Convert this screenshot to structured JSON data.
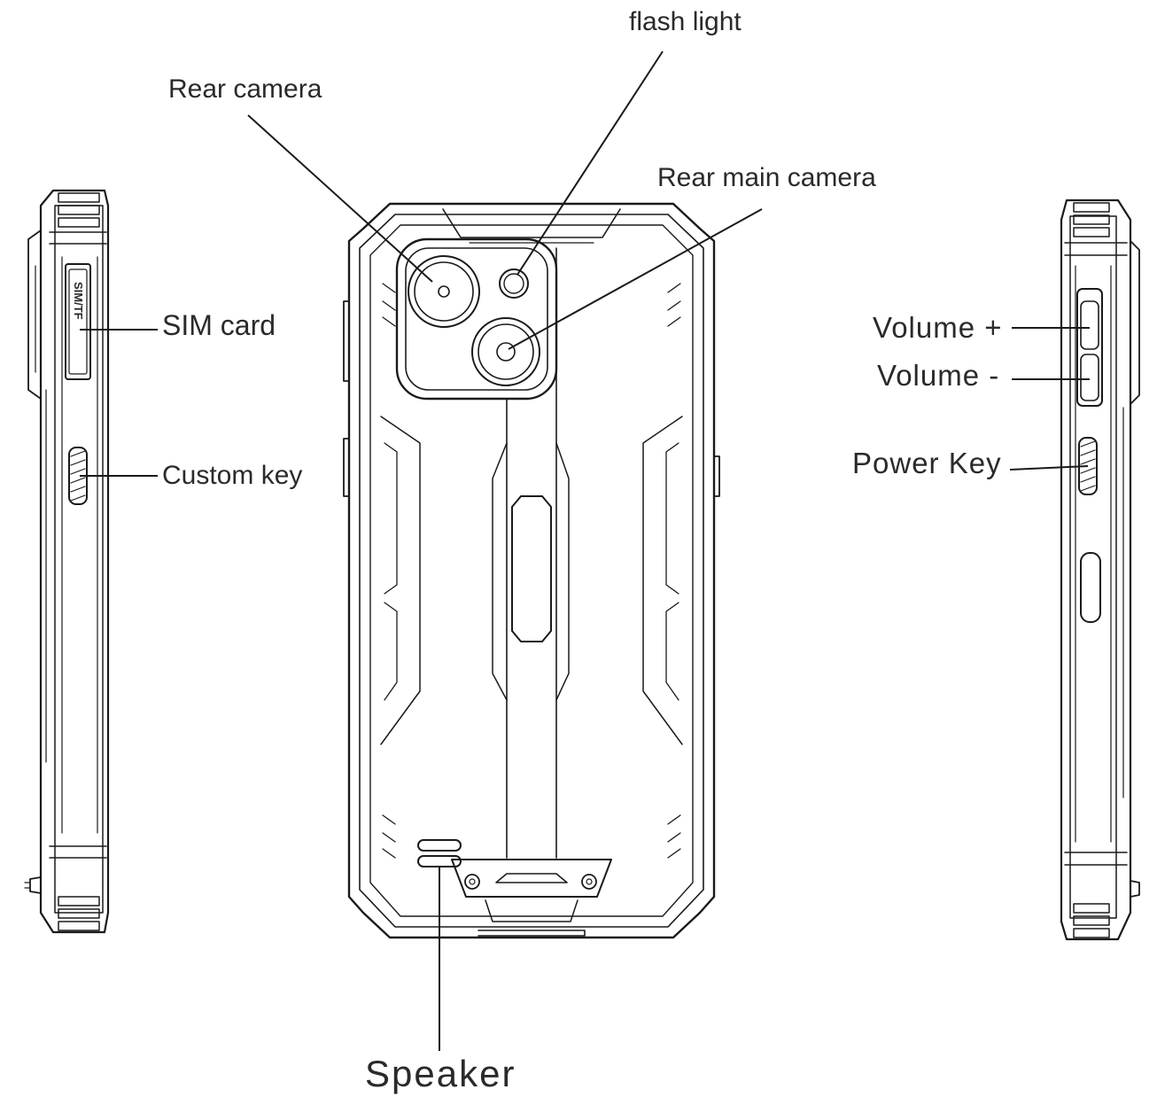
{
  "labels": {
    "flash_light": "flash light",
    "rear_camera": "Rear camera",
    "rear_main_camera": "Rear main camera",
    "sim_card": "SIM card",
    "custom_key": "Custom key",
    "volume_plus": "Volume +",
    "volume_minus": "Volume -",
    "power_key": "Power Key",
    "speaker": "Speaker",
    "sim_tray_print": "SIM/TF"
  },
  "colors": {
    "line": "#1a1a1a",
    "text": "#2a2a2a",
    "background": "#ffffff"
  }
}
